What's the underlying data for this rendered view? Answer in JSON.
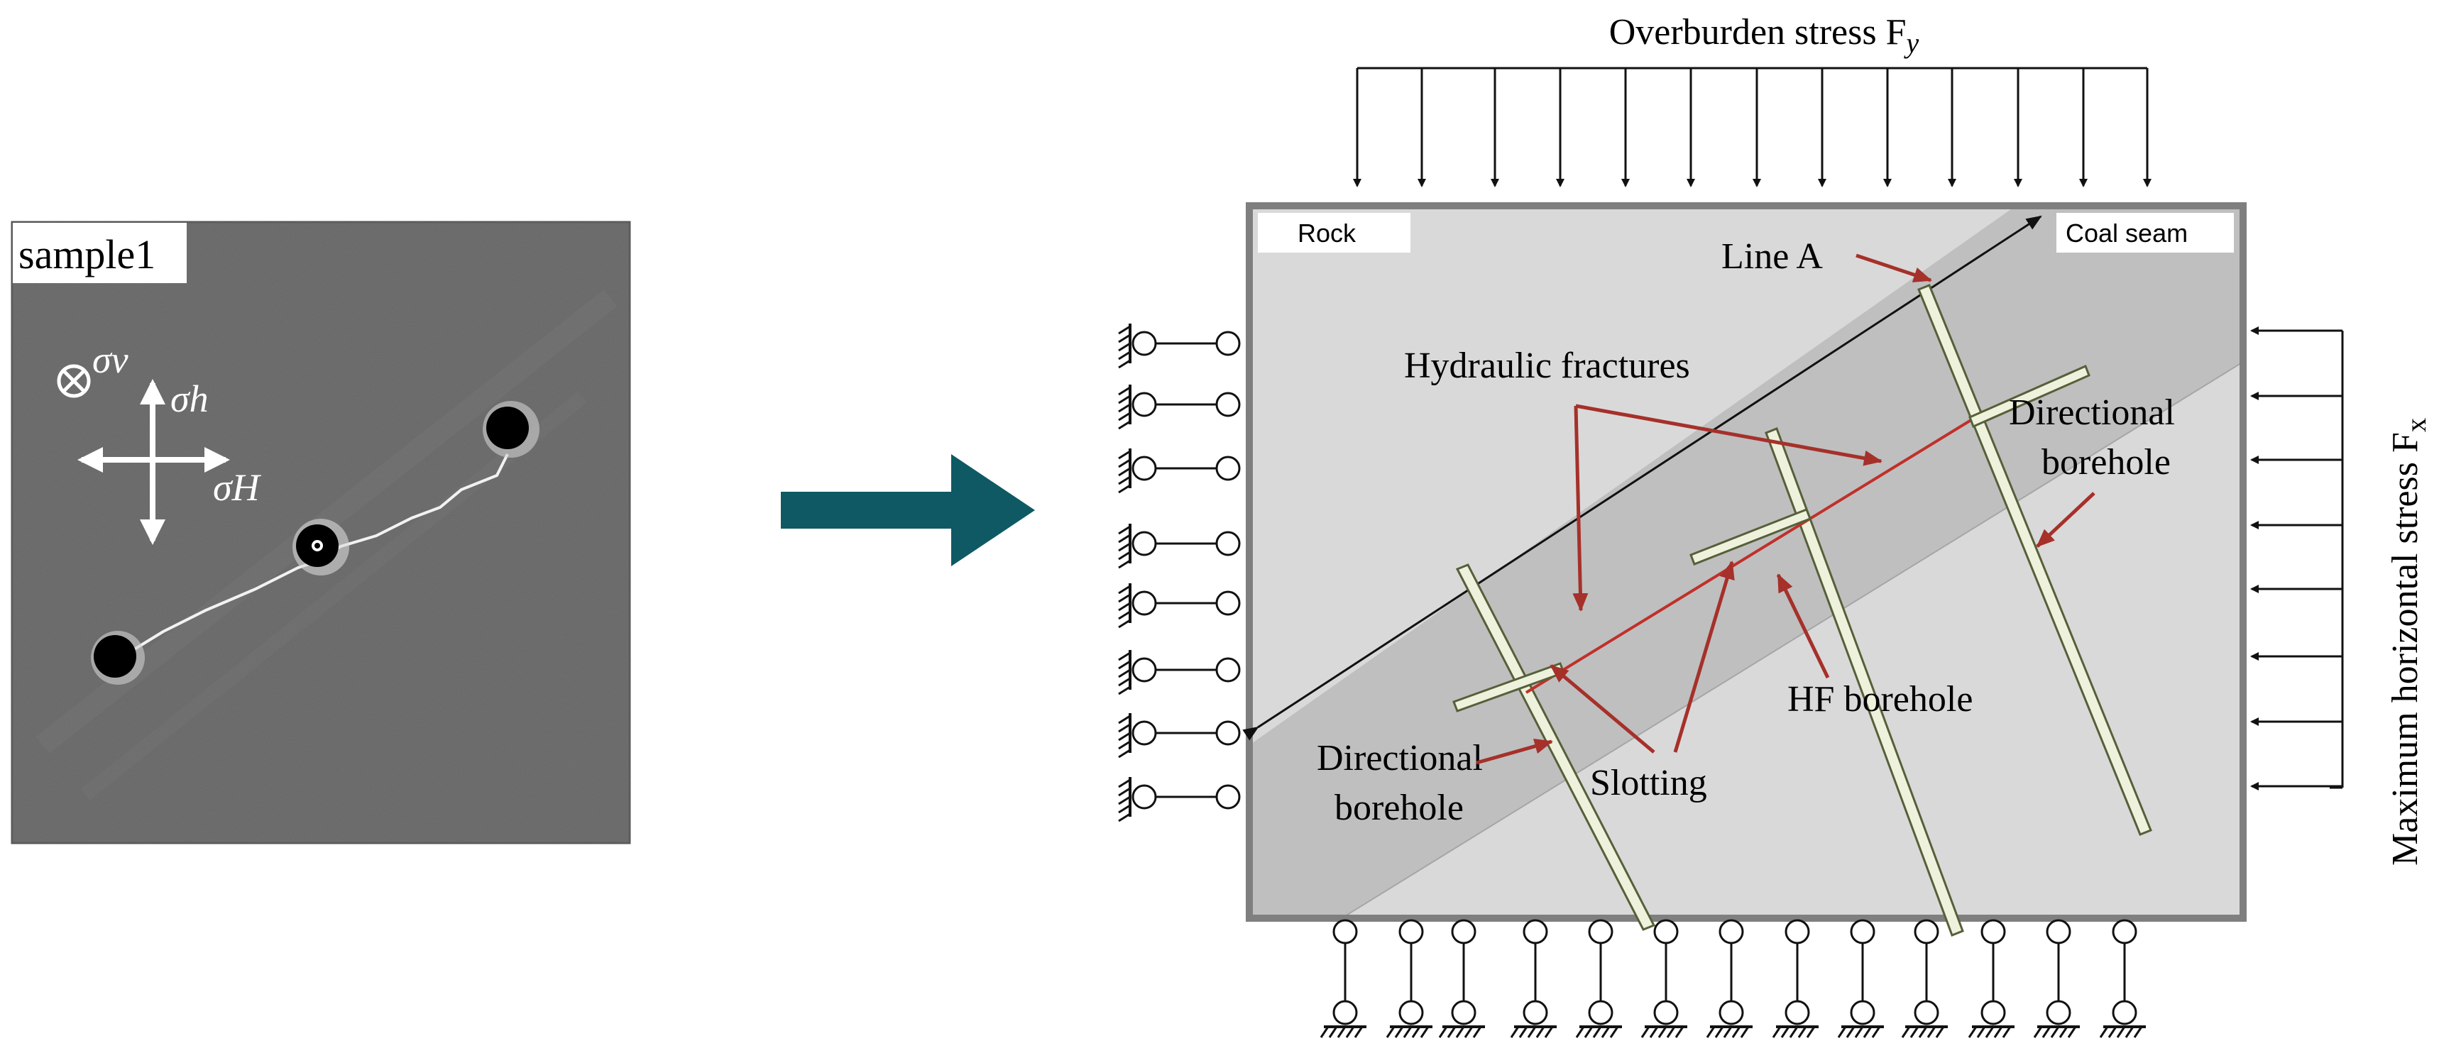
{
  "sample": {
    "label": "sample1",
    "sigma_v": "σv",
    "sigma_h": "σh",
    "sigma_H": "σH"
  },
  "model": {
    "top_load_label": "Overburden stress Fy",
    "right_load_label": "Maximum horizontal stress Fx",
    "rock_label": "Rock",
    "coal_label": "Coal seam",
    "line_a_label": "Line A",
    "hydraulic_fractures_label": "Hydraulic fractures",
    "directional_borehole_right": [
      "Directional",
      "borehole"
    ],
    "directional_borehole_left": [
      "Directional",
      "borehole"
    ],
    "hf_borehole_label": "HF borehole",
    "slotting_label": "Slotting",
    "colors": {
      "rock": "#d9d9d9",
      "coal": "#bfbfbf",
      "borehole_fill": "#eef2dc",
      "borehole_edge": "#55603a",
      "annotation": "#a6302a",
      "arrow": "#0e5964",
      "border": "#7f7f7f"
    }
  }
}
